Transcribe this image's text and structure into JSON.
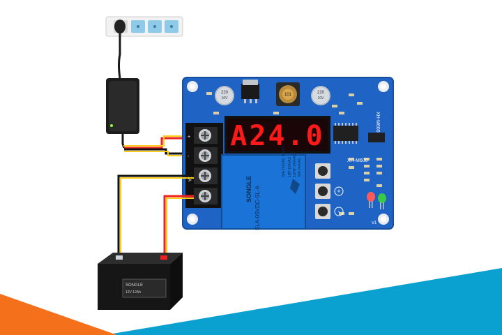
{
  "display": {
    "text": "A24.0",
    "color": "#ff1a1a"
  },
  "board": {
    "model_label": "XH-M600",
    "model_label_side": "XH-M600",
    "label_v1": "V1",
    "terminal_plus": "+",
    "terminal_minus": "-",
    "terminal_ba": "BA",
    "color": "#1f63c4"
  },
  "relay": {
    "brand": "SONGLE",
    "model": "SLA-05VDC-SL-A",
    "rating_1": "30A 250VAC 30VDC",
    "rating_2": "1HP 120VAC",
    "rating_3": "1/2HP 240VAC",
    "rating_4": "30A 240VAC"
  },
  "capacitors": {
    "left": [
      "220",
      "10V"
    ],
    "right": [
      "220",
      "10V"
    ]
  },
  "inductor": {
    "label": "101"
  },
  "buttons": {
    "plus": "+",
    "minus": "-"
  },
  "battery": {
    "brand": "SONGLE",
    "model": "12V 12Ah"
  },
  "accents": {
    "orange": "#f36f10",
    "teal": "#0a9fcc"
  }
}
